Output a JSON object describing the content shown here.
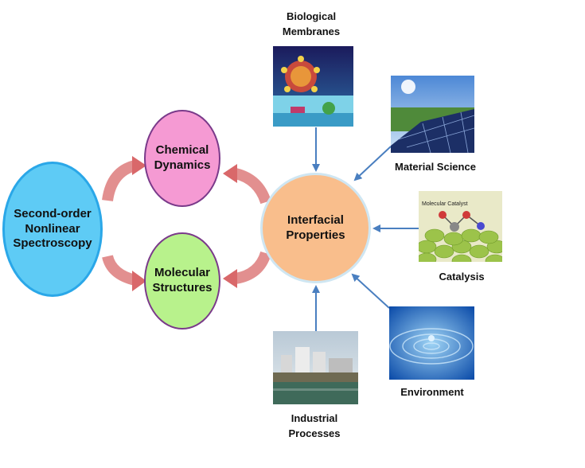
{
  "nodes": {
    "spectroscopy": "Second-order\nNonlinear\nSpectroscopy",
    "chemical_dynamics": "Chemical\nDynamics",
    "molecular_structures": "Molecular\nStructures",
    "interfacial_properties": "Interfacial\nProperties"
  },
  "applications": {
    "biological_membranes": "Biological\nMembranes",
    "material_science": "Material Science",
    "catalysis": "Catalysis",
    "environment": "Environment",
    "industrial_processes": "Industrial\nProcesses"
  },
  "image_text": {
    "catalysis_overlay": "Molecular Catalyst"
  },
  "colors": {
    "spectroscopy_fill": "#5ecbf5",
    "chemical_dynamics_fill": "#f59ad3",
    "molecular_structures_fill": "#b8f28c",
    "interfacial_fill": "#f9be8c",
    "arrow_blue": "#4a7fc0",
    "arrow_red": "#d9686a"
  }
}
